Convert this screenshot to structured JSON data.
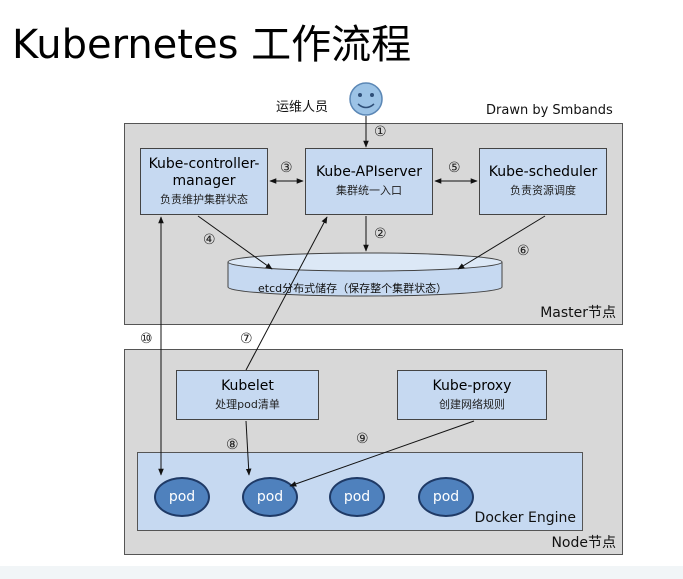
{
  "title": "Kubernetes 工作流程",
  "credit": "Drawn by Smbands",
  "operator": {
    "label": "运维人员"
  },
  "master": {
    "label": "Master节点",
    "controller_manager": {
      "name_line1": "Kube-controller-",
      "name_line2": "manager",
      "desc": "负责维护集群状态"
    },
    "apiserver": {
      "name": "Kube-APIserver",
      "desc": "集群统一入口"
    },
    "scheduler": {
      "name": "Kube-scheduler",
      "desc": "负责资源调度"
    },
    "etcd": {
      "label": "etcd分布式储存（保存整个集群状态）"
    }
  },
  "node": {
    "label": "Node节点",
    "kubelet": {
      "name": "Kubelet",
      "desc": "处理pod清单"
    },
    "proxy": {
      "name": "Kube-proxy",
      "desc": "创建网络规则"
    },
    "docker_engine": {
      "label": "Docker Engine"
    },
    "pods": [
      "pod",
      "pod",
      "pod",
      "pod"
    ]
  },
  "steps": [
    "①",
    "②",
    "③",
    "④",
    "⑤",
    "⑥",
    "⑦",
    "⑧",
    "⑨",
    "⑩"
  ],
  "colors": {
    "panel": "#d8d8d8",
    "component": "#c6d9f1",
    "pod": "#4f81bd",
    "smiley": "#9cc3e6"
  }
}
